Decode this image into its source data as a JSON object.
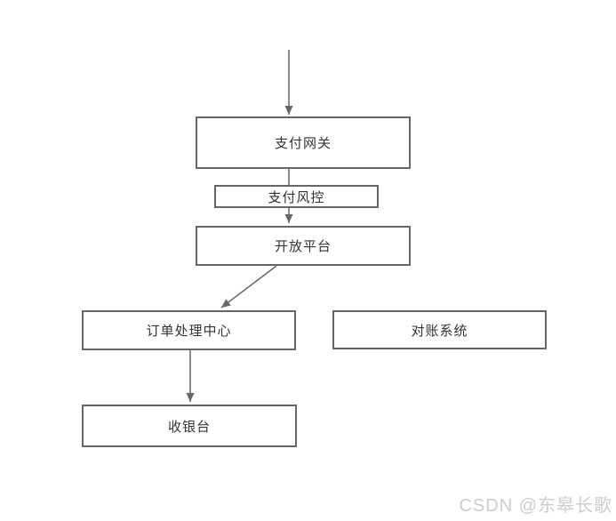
{
  "diagram": {
    "title": "payment-system-flowchart",
    "nodes": [
      {
        "id": "payment-gateway",
        "label": "支付网关"
      },
      {
        "id": "payment-risk-control",
        "label": "支付风控"
      },
      {
        "id": "open-platform",
        "label": "开放平台"
      },
      {
        "id": "order-processing-center",
        "label": "订单处理中心"
      },
      {
        "id": "reconciliation-system",
        "label": "对账系统"
      },
      {
        "id": "cashier",
        "label": "收银台"
      }
    ],
    "edges": [
      {
        "from": "external-start",
        "to": "payment-gateway",
        "arrowhead": true
      },
      {
        "from": "payment-gateway",
        "to": "payment-risk-control",
        "arrowhead": false
      },
      {
        "from": "payment-risk-control",
        "to": "open-platform",
        "arrowhead": true
      },
      {
        "from": "open-platform",
        "to": "order-processing-center",
        "arrowhead": true
      },
      {
        "from": "order-processing-center",
        "to": "cashier",
        "arrowhead": true
      }
    ],
    "colors": {
      "stroke": "#666666",
      "node_border": "#666666",
      "node_fill": "#ffffff",
      "text": "#333333",
      "background": "#ffffff"
    }
  },
  "watermark": {
    "text": "CSDN @东皋长歌",
    "color": "#cdcdcd"
  }
}
